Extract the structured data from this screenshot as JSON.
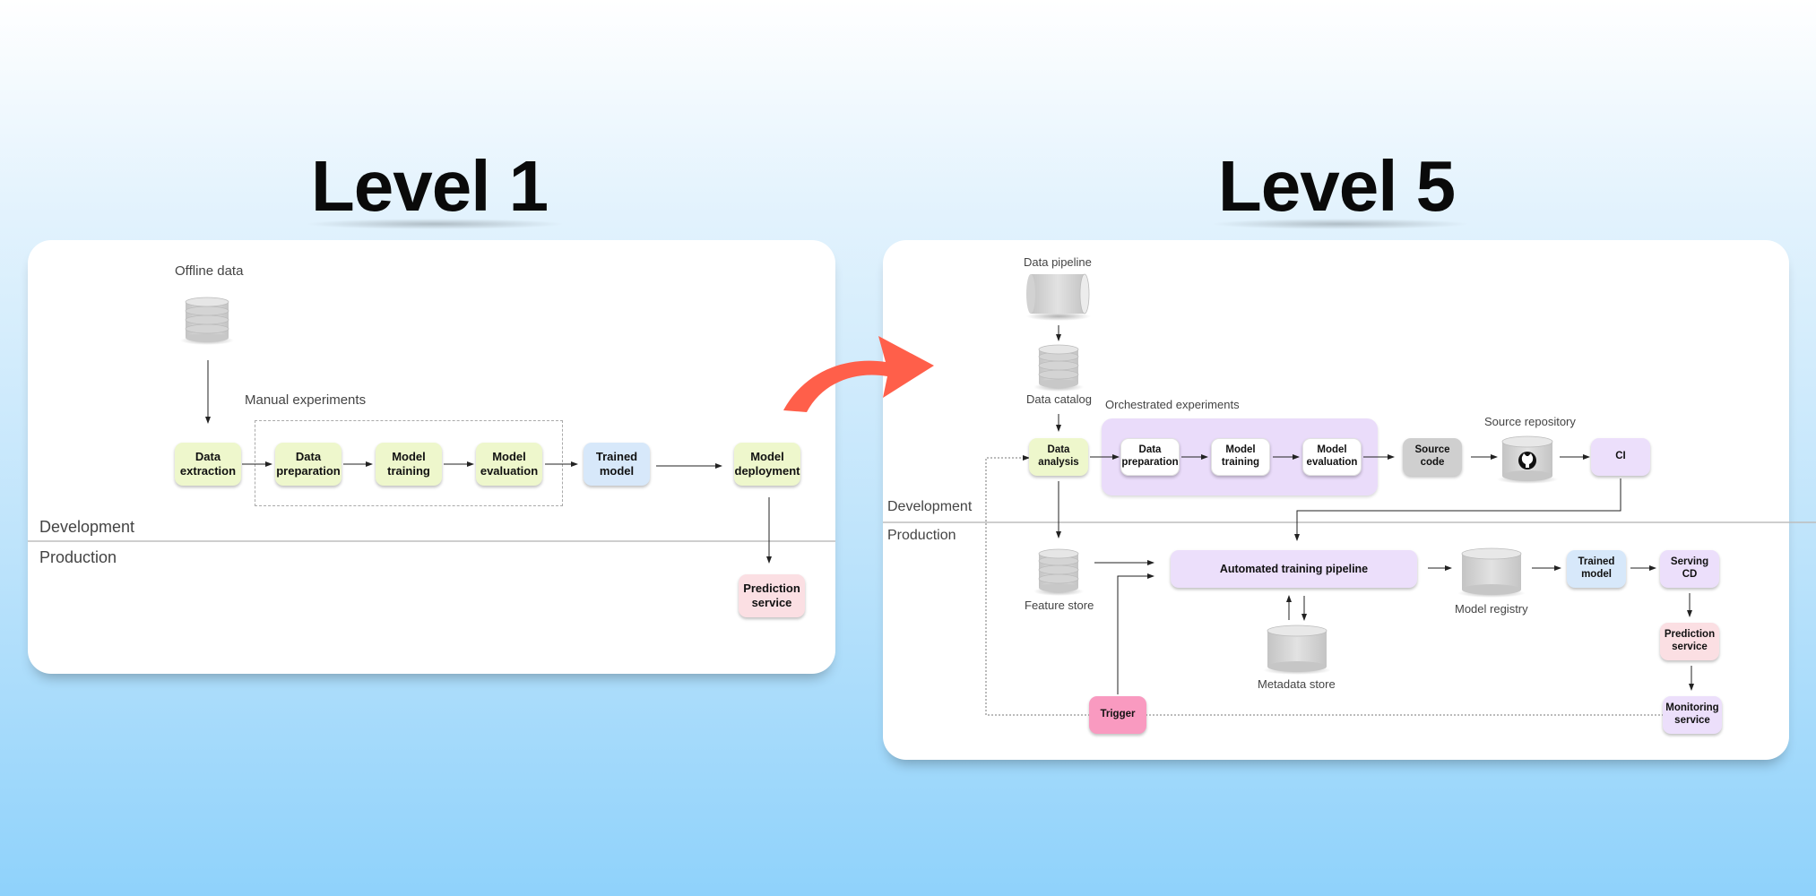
{
  "level1": {
    "title": "Level 1",
    "offline_data": "Offline data",
    "manual_experiments": "Manual experiments",
    "data_extraction": "Data\nextraction",
    "data_preparation": "Data\npreparation",
    "model_training": "Model\ntraining",
    "model_evaluation": "Model\nevaluation",
    "trained_model": "Trained\nmodel",
    "model_deployment": "Model\ndeployment",
    "prediction_service": "Prediction\nservice",
    "development": "Development",
    "production": "Production"
  },
  "level5": {
    "title": "Level 5",
    "data_pipeline": "Data pipeline",
    "data_catalog": "Data catalog",
    "orchestrated_experiments": "Orchestrated experiments",
    "data_analysis": "Data\nanalysis",
    "data_preparation": "Data\npreparation",
    "model_training": "Model\ntraining",
    "model_evaluation": "Model\nevaluation",
    "source_code": "Source\ncode",
    "source_repository": "Source repository",
    "ci": "CI",
    "development": "Development",
    "production": "Production",
    "feature_store": "Feature store",
    "automated_training_pipeline": "Automated training pipeline",
    "model_registry": "Model registry",
    "trained_model": "Trained\nmodel",
    "serving_cd": "Serving\nCD",
    "metadata_store": "Metadata store",
    "prediction_service": "Prediction\nservice",
    "monitoring_service": "Monitoring\nservice",
    "trigger": "Trigger"
  },
  "colors": {
    "arrow": "#ff5f4a",
    "green_node": "#eef7cc",
    "blue_node": "#d7e8fa",
    "pink_node": "#fbdfe3",
    "lavender_node": "#ecdffb",
    "trigger_node": "#f99ac0",
    "source_code_node": "#cfcfcf"
  },
  "icons": {
    "database": "database-icon",
    "pipeline": "pipeline-cylinder-icon",
    "github": "github-icon",
    "transition": "curved-arrow-icon"
  }
}
